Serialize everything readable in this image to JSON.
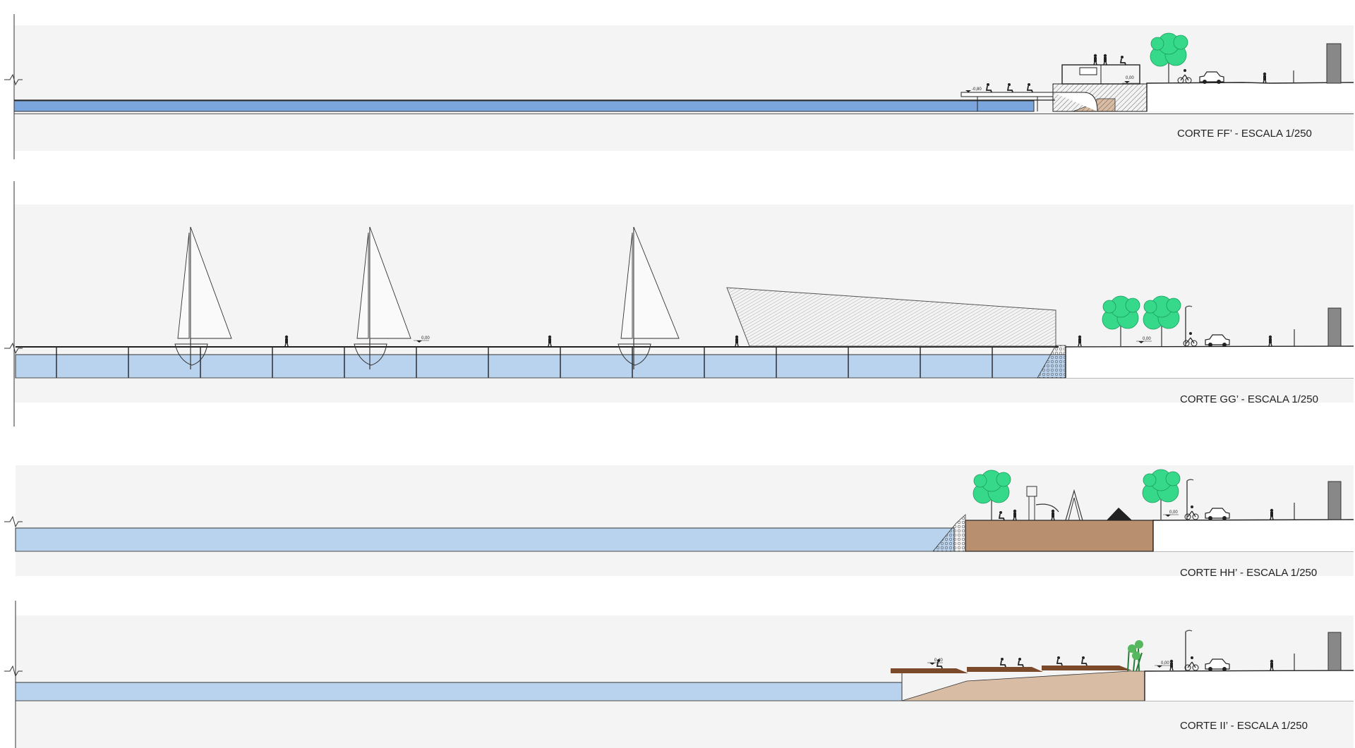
{
  "sections": [
    {
      "id": "ff",
      "caption": "CORTE FF’ - ESCALA 1/250",
      "levels": [
        "-0,80",
        "0,00"
      ]
    },
    {
      "id": "gg",
      "caption": "CORTE GG’ - ESCALA 1/250",
      "levels": [
        "0,00",
        "0,00"
      ]
    },
    {
      "id": "hh",
      "caption": "CORTE HH’ - ESCALA 1/250",
      "levels": [
        "0,00"
      ]
    },
    {
      "id": "ii",
      "caption": "CORTE II’ - ESCALA 1/250",
      "levels": [
        "0,40",
        "0,00"
      ]
    }
  ],
  "colors": {
    "band": "#f4f4f4",
    "water_dark": "#7aa6dd",
    "water_light": "#b9d3ee",
    "earth": "#b8906f",
    "sand": "#d8bca3",
    "tree": "#36d98a",
    "deck": "#7a4a2a",
    "building": "#888888"
  }
}
